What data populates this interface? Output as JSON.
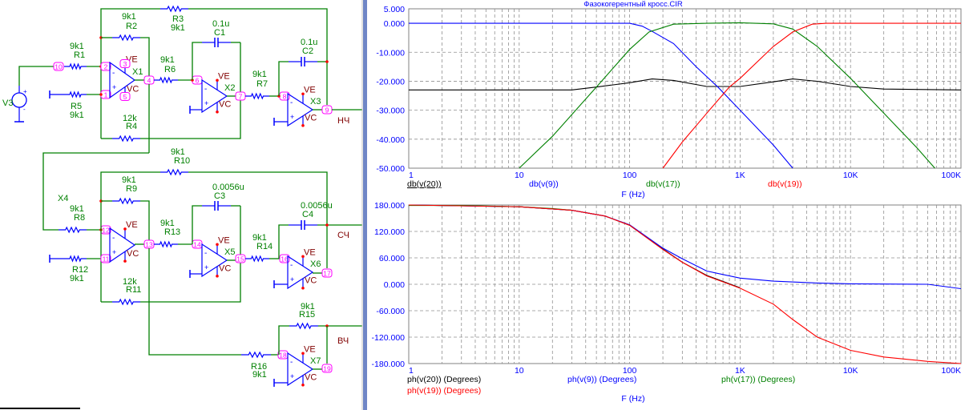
{
  "schematic": {
    "source": {
      "ref": "V3",
      "plus": "+",
      "minus": "-"
    },
    "resistors": {
      "R1": {
        "ref": "R1",
        "value": "9k1"
      },
      "R2": {
        "ref": "R2",
        "value": "9k1"
      },
      "R3": {
        "ref": "R3",
        "value": "9k1"
      },
      "R4": {
        "ref": "R4",
        "value": "12k"
      },
      "R5": {
        "ref": "R5",
        "value": "9k1"
      },
      "R6": {
        "ref": "R6",
        "value": "9k1"
      },
      "R7": {
        "ref": "R7",
        "value": "9k1"
      },
      "R8": {
        "ref": "R8",
        "value": "9k1"
      },
      "R9": {
        "ref": "R9",
        "value": "9k1"
      },
      "R10": {
        "ref": "R10",
        "value": "9k1"
      },
      "R11": {
        "ref": "R11",
        "value": "12k"
      },
      "R12": {
        "ref": "R12",
        "value": "9k1"
      },
      "R13": {
        "ref": "R13",
        "value": "9k1"
      },
      "R14": {
        "ref": "R14",
        "value": "9k1"
      },
      "R15": {
        "ref": "R15",
        "value": "9k1"
      },
      "R16": {
        "ref": "R16",
        "value": "9k1"
      }
    },
    "capacitors": {
      "C1": {
        "ref": "C1",
        "value": "0.1u"
      },
      "C2": {
        "ref": "C2",
        "value": "0.1u"
      },
      "C3": {
        "ref": "C3",
        "value": "0.0056u"
      },
      "C4": {
        "ref": "C4",
        "value": "0.0056u"
      }
    },
    "opamps": {
      "X1": {
        "ref": "X1"
      },
      "X2": {
        "ref": "X2"
      },
      "X3": {
        "ref": "X3"
      },
      "X4": {
        "ref": "X4"
      },
      "X5": {
        "ref": "X5"
      },
      "X6": {
        "ref": "X6"
      },
      "X7": {
        "ref": "X7"
      }
    },
    "power": {
      "positive": "VE",
      "negative": "VC"
    },
    "pin_signs": {
      "minus": "-",
      "plus": "+"
    },
    "nodes": {
      "n1": "1",
      "n2": "2",
      "n3": "3",
      "n4": "4",
      "n5": "5",
      "n6": "6",
      "n7": "7",
      "n8": "8",
      "n9": "9",
      "n10": "10",
      "n11": "11",
      "n12": "12",
      "n13": "13",
      "n14": "14",
      "n15": "15",
      "n16": "16",
      "n17": "17",
      "n18": "18",
      "n19": "19"
    },
    "outputs": {
      "low": "НЧ",
      "mid": "СЧ",
      "high": "ВЧ"
    },
    "colors": {
      "wire": "#008000",
      "component": "#0000ff",
      "label": "#008000",
      "power": "#800000",
      "node": "#ff00ff",
      "junction": "#ff0000"
    }
  },
  "chart_data": [
    {
      "type": "line",
      "title": "Фазокогерентный кросс.CIR",
      "xlabel": "F (Hz)",
      "xscale": "log",
      "xlim": [
        1,
        100000
      ],
      "ylim": [
        -50,
        5
      ],
      "grid": true,
      "x_ticks": [
        {
          "v": 1,
          "label": "1"
        },
        {
          "v": 10,
          "label": "10"
        },
        {
          "v": 100,
          "label": "100"
        },
        {
          "v": 1000,
          "label": "1K"
        },
        {
          "v": 10000,
          "label": "10K"
        },
        {
          "v": 100000,
          "label": "100K"
        }
      ],
      "y_ticks": [
        {
          "v": 5,
          "label": "5.000"
        },
        {
          "v": 0,
          "label": "0.000"
        },
        {
          "v": -10,
          "label": "-10.000"
        },
        {
          "v": -20,
          "label": "-20.000"
        },
        {
          "v": -30,
          "label": "-30.000"
        },
        {
          "v": -40,
          "label": "-40.000"
        },
        {
          "v": -50,
          "label": "-50.000"
        }
      ],
      "series": [
        {
          "name": "db(v(20))",
          "color": "#000000",
          "points": [
            [
              1,
              -23
            ],
            [
              30,
              -23
            ],
            [
              50,
              -22
            ],
            [
              100,
              -20.5
            ],
            [
              160,
              -19.2
            ],
            [
              250,
              -19.7
            ],
            [
              500,
              -21.8
            ],
            [
              1000,
              -21.8
            ],
            [
              2000,
              -20.2
            ],
            [
              3000,
              -19.2
            ],
            [
              5000,
              -20
            ],
            [
              10000,
              -21.8
            ],
            [
              20000,
              -22.7
            ],
            [
              100000,
              -23
            ]
          ]
        },
        {
          "name": "db(v(9))",
          "color": "#0000ff",
          "points": [
            [
              1,
              0
            ],
            [
              100,
              0
            ],
            [
              130,
              -1
            ],
            [
              160,
              -2.8
            ],
            [
              250,
              -7
            ],
            [
              400,
              -15
            ],
            [
              630,
              -22
            ],
            [
              1000,
              -30
            ],
            [
              2000,
              -42
            ],
            [
              3000,
              -50
            ]
          ]
        },
        {
          "name": "db(v(17))",
          "color": "#008000",
          "points": [
            [
              10,
              -50
            ],
            [
              20,
              -39
            ],
            [
              50,
              -22
            ],
            [
              100,
              -9
            ],
            [
              150,
              -3
            ],
            [
              250,
              -0.3
            ],
            [
              500,
              0
            ],
            [
              1000,
              0.2
            ],
            [
              2000,
              -0.2
            ],
            [
              3000,
              -2
            ],
            [
              5000,
              -8
            ],
            [
              10000,
              -19
            ],
            [
              20000,
              -31
            ],
            [
              40000,
              -43
            ],
            [
              58000,
              -50
            ]
          ]
        },
        {
          "name": "db(v(19))",
          "color": "#ff0000",
          "points": [
            [
              200,
              -50
            ],
            [
              300,
              -41
            ],
            [
              500,
              -31
            ],
            [
              800,
              -22
            ],
            [
              1000,
              -19
            ],
            [
              2000,
              -8
            ],
            [
              3000,
              -3
            ],
            [
              4500,
              -0.3
            ],
            [
              6000,
              0
            ],
            [
              100000,
              0
            ]
          ]
        }
      ]
    },
    {
      "type": "line",
      "xlabel": "F (Hz)",
      "xscale": "log",
      "xlim": [
        1,
        100000
      ],
      "ylim": [
        -180,
        180
      ],
      "grid": true,
      "x_ticks": [
        {
          "v": 1,
          "label": "1"
        },
        {
          "v": 10,
          "label": "10"
        },
        {
          "v": 100,
          "label": "100"
        },
        {
          "v": 1000,
          "label": "1K"
        },
        {
          "v": 10000,
          "label": "10K"
        },
        {
          "v": 100000,
          "label": "100K"
        }
      ],
      "y_ticks": [
        {
          "v": 180,
          "label": "180.000"
        },
        {
          "v": 120,
          "label": "120.000"
        },
        {
          "v": 60,
          "label": "60.000"
        },
        {
          "v": 0,
          "label": "0.000"
        },
        {
          "v": -60,
          "label": "-60.000"
        },
        {
          "v": -120,
          "label": "-120.000"
        },
        {
          "v": -180,
          "label": "-180.000"
        }
      ],
      "series": [
        {
          "name": "ph(v(20)) (Degrees)",
          "color": "#000000",
          "points": [
            [
              1,
              180
            ],
            [
              10,
              176
            ],
            [
              30,
              168
            ],
            [
              60,
              155
            ],
            [
              100,
              134
            ],
            [
              200,
              80
            ],
            [
              300,
              50
            ],
            [
              500,
              20
            ],
            [
              1000,
              -8
            ]
          ]
        },
        {
          "name": "ph(v(9)) (Degrees)",
          "color": "#0000ff",
          "points": [
            [
              1,
              180
            ],
            [
              10,
              176
            ],
            [
              30,
              168
            ],
            [
              60,
              155
            ],
            [
              100,
              135
            ],
            [
              200,
              82
            ],
            [
              300,
              58
            ],
            [
              500,
              30
            ],
            [
              1000,
              14
            ],
            [
              2000,
              7
            ],
            [
              5000,
              3
            ],
            [
              10000,
              1
            ],
            [
              50000,
              0
            ],
            [
              100000,
              -10
            ]
          ]
        },
        {
          "name": "ph(v(17)) (Degrees)",
          "color": "#008000",
          "points": [
            [
              1,
              179
            ],
            [
              3,
              179
            ],
            [
              10,
              176
            ],
            [
              20,
              172
            ],
            [
              30,
              168
            ]
          ]
        },
        {
          "name": "ph(v(19)) (Degrees)",
          "color": "#ff0000",
          "points": [
            [
              1,
              180
            ],
            [
              10,
              176
            ],
            [
              30,
              168
            ],
            [
              60,
              155
            ],
            [
              100,
              134
            ],
            [
              200,
              79
            ],
            [
              300,
              50
            ],
            [
              500,
              19
            ],
            [
              1000,
              -9
            ],
            [
              2000,
              -45
            ],
            [
              3000,
              -80
            ],
            [
              5000,
              -120
            ],
            [
              10000,
              -150
            ],
            [
              20000,
              -165
            ],
            [
              50000,
              -175
            ],
            [
              100000,
              -180
            ]
          ]
        }
      ]
    }
  ]
}
